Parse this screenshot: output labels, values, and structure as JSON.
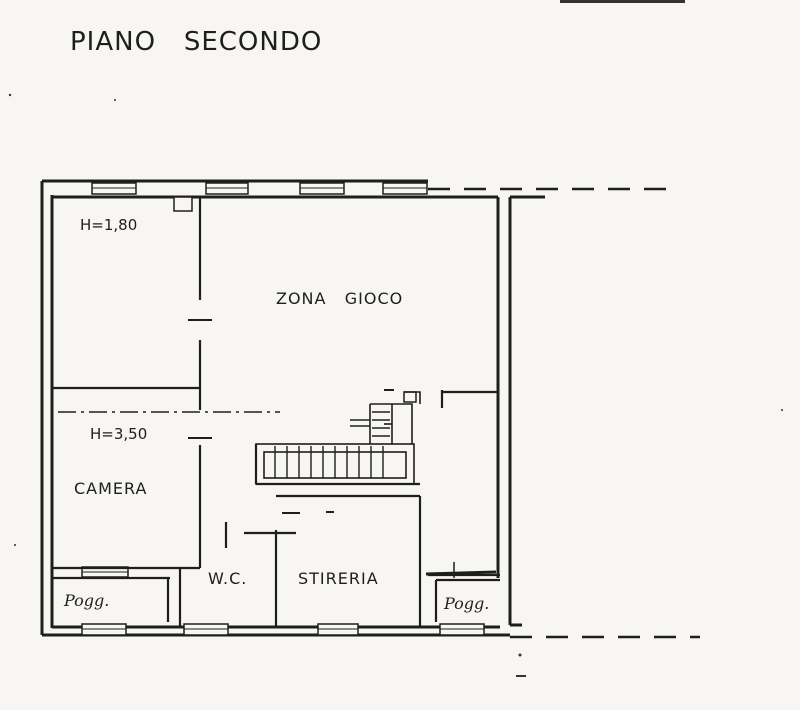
{
  "title": "PIANO   SECONDO",
  "rooms": {
    "zona_gioco": "ZONA   GIOCO",
    "camera": "CAMERA",
    "wc": "W.C.",
    "stireria": "STIRERIA"
  },
  "heights": {
    "upper_left": "H=1,80",
    "camera": "H=3,50"
  },
  "balconies": {
    "left": "Pogg.",
    "right": "Pogg."
  }
}
